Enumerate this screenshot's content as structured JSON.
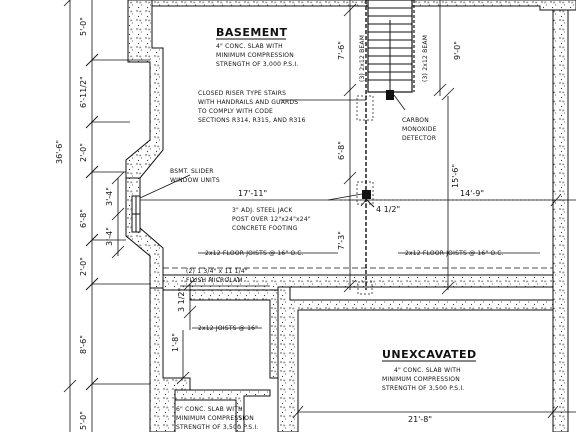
{
  "rooms": {
    "basement": {
      "title": "BASEMENT",
      "lines": [
        "4\" CONC. SLAB WITH",
        "MINIMUM COMPRESSION",
        "STRENGTH OF 3,000 P.S.I."
      ]
    },
    "unexcavated": {
      "title": "UNEXCAVATED",
      "lines": [
        "4\" CONC. SLAB WITH",
        "MINIMUM COMPRESSION",
        "STRENGTH OF 3,500 P.S.I."
      ]
    },
    "lower_slab": {
      "lines": [
        "6\" CONC. SLAB WITH",
        "MINIMUM COMPRESSION",
        "STRENGTH OF 3,500 P.S.I."
      ]
    }
  },
  "notes": {
    "stairs": [
      "CLOSED RISER TYPE STAIRS",
      "WITH HANDRAILS AND GUARDS",
      "TO COMPLY WITH CODE",
      "SECTIONS R314, R315, AND R316"
    ],
    "co_detector": [
      "CARBON",
      "MONOXIDE",
      "DETECTOR"
    ],
    "window": [
      "BSMT. SLIDER",
      "WINDOW UNITS"
    ],
    "jack_post": [
      "3\" ADJ. STEEL JACK",
      "POST OVER 12\"x24\"x24\"",
      "CONCRETE FOOTING"
    ],
    "floor_joists_left": "2x12 FLOOR JOISTS @ 16\" O.C.",
    "floor_joists_right": "2x12 FLOOR JOISTS @ 16\" O.C.",
    "beam": [
      "(2) 1 3/4\" x 11 1/4\"",
      "FLUSH MICROLAM"
    ],
    "joists": "2x12 JOISTS @ 16\"",
    "beam_left": "(3) 2x12 BEAM",
    "beam_right": "(3) 2x12 BEAM"
  },
  "dimensions": {
    "overall": "36'-6\"",
    "left": [
      "5'-0\"",
      "6'-11/2\"",
      "2'-0\"",
      "6'-8\"",
      "2'-0\"",
      "8'-6\"",
      "5'-0\""
    ],
    "window_upper": "3'-4\"",
    "window_lower": "3'-4\"",
    "width_left": "17'-11\"",
    "width_right": "14'-9\"",
    "stair_upper": "7'-6\"",
    "stair_right": "9'-0\"",
    "mid_vertical": "6'-8\"",
    "lower_vertical": "7'-3\"",
    "right_vertical": "15'-6\"",
    "offset": "4 1/2\"",
    "small_a": "3 1/2\"",
    "small_b": "1'-8\"",
    "unexcavated_width": "21'-8\""
  }
}
